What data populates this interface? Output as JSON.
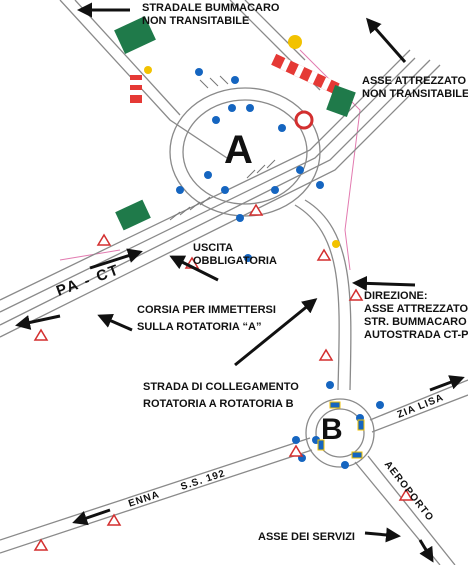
{
  "map": {
    "roundabouts": [
      {
        "id": "A",
        "label": "A"
      },
      {
        "id": "B",
        "label": "B"
      }
    ],
    "labels": {
      "stradale_bummacaro": [
        "STRADALE BUMMACARO",
        "NON TRANSITABILE"
      ],
      "asse_attrezzato_nt": [
        "ASSE ATTREZZATO",
        "NON TRANSITABILE"
      ],
      "uscita": [
        "USCITA",
        "OBBLIGATORIA"
      ],
      "corsia": [
        "CORSIA PER IMMETTERSI",
        "SULLA ROTATORIA “A”"
      ],
      "direzione": [
        "DIREZIONE:",
        "ASSE ATTREZZATO",
        "STR. BUMMACARO",
        "AUTOSTRADA CT-PA"
      ],
      "strada_collegamento": [
        "STRADA DI COLLEGAMENTO",
        "ROTATORIA A ROTATORIA B"
      ],
      "asse_servizi": "ASSE DEI SERVIZI"
    },
    "road_names": {
      "pa_ct": "PA - CT",
      "zia_lisa": "ZIA LISA",
      "enna": "ENNA",
      "ss192": "S.S. 192",
      "aeroporto": "AEROPORTO"
    },
    "colors": {
      "road_edge": "#8a8a8a",
      "sign_blue": "#1565c0",
      "sign_red": "#d32f2f",
      "sign_green": "#1f7a4a",
      "barrier_red": "#e53935",
      "lamp_yellow": "#f2c200",
      "pink_line": "#e27ab0",
      "arrow": "#111111"
    }
  }
}
